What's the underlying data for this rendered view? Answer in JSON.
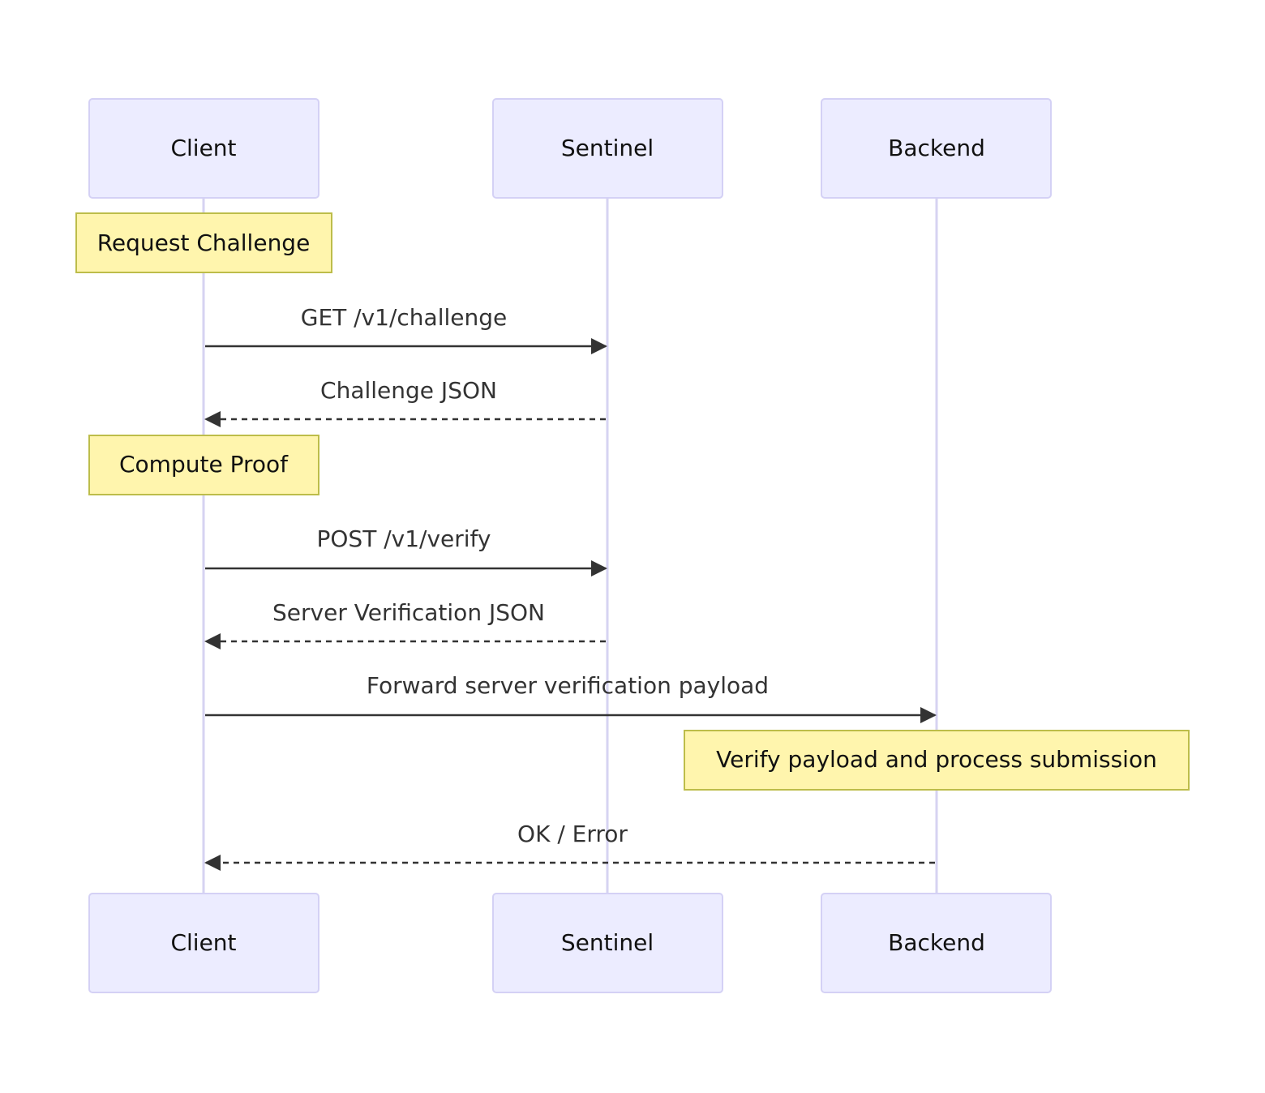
{
  "diagram": {
    "type": "sequence",
    "participants": [
      {
        "id": "client",
        "label": "Client"
      },
      {
        "id": "sentinel",
        "label": "Sentinel"
      },
      {
        "id": "backend",
        "label": "Backend"
      }
    ],
    "steps": [
      {
        "kind": "note",
        "over": "client",
        "text": "Request Challenge"
      },
      {
        "kind": "message",
        "from": "client",
        "to": "sentinel",
        "text": "GET /v1/challenge",
        "style": "solid"
      },
      {
        "kind": "message",
        "from": "sentinel",
        "to": "client",
        "text": "Challenge JSON",
        "style": "dashed"
      },
      {
        "kind": "note",
        "over": "client",
        "text": "Compute Proof"
      },
      {
        "kind": "message",
        "from": "client",
        "to": "sentinel",
        "text": "POST /v1/verify",
        "style": "solid"
      },
      {
        "kind": "message",
        "from": "sentinel",
        "to": "client",
        "text": "Server Verification JSON",
        "style": "dashed"
      },
      {
        "kind": "message",
        "from": "client",
        "to": "backend",
        "text": "Forward server verification payload",
        "style": "solid"
      },
      {
        "kind": "note",
        "over": "backend",
        "text": "Verify payload and process submission"
      },
      {
        "kind": "message",
        "from": "backend",
        "to": "client",
        "text": "OK / Error",
        "style": "dashed"
      }
    ]
  },
  "colors": {
    "actor_fill": "#ececff",
    "actor_stroke": "#d4d1f5",
    "lifeline": "#d6d3f2",
    "note_fill": "#fff5ad",
    "note_stroke": "#bdbd4a",
    "message_line": "#333333"
  }
}
